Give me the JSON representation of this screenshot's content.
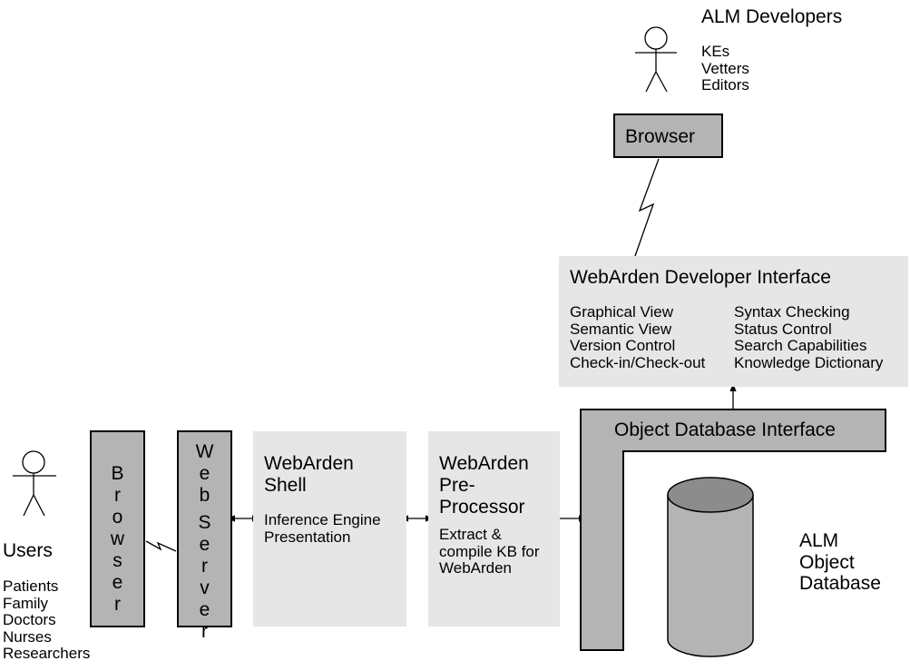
{
  "developers": {
    "title": "ALM Developers",
    "roles": [
      "KEs",
      "Vetters",
      "Editors"
    ]
  },
  "dev_browser": {
    "label": "Browser"
  },
  "developer_interface": {
    "title": "WebArden Developer Interface",
    "features_left": [
      "Graphical View",
      "Semantic View",
      "Version Control",
      "Check-in/Check-out"
    ],
    "features_right": [
      "Syntax Checking",
      "Status Control",
      "Search Capabilities",
      "Knowledge Dictionary"
    ]
  },
  "object_db_interface": {
    "label": "Object Database Interface"
  },
  "database": {
    "label_lines": [
      "ALM",
      "Object",
      "Database"
    ]
  },
  "users": {
    "title": "Users",
    "roles": [
      "Patients",
      "Family",
      "Doctors",
      "Nurses",
      "Researchers"
    ]
  },
  "user_browser": {
    "letters": [
      "B",
      "r",
      "o",
      "w",
      "s",
      "e",
      "r"
    ]
  },
  "web_server": {
    "col1": [
      "W",
      "e",
      "b"
    ],
    "col2": [
      "S",
      "e",
      "r",
      "v",
      "e",
      "r"
    ]
  },
  "shell": {
    "title_lines": [
      "WebArden",
      "Shell"
    ],
    "items": [
      "Inference Engine",
      "Presentation"
    ]
  },
  "preprocessor": {
    "title_lines": [
      "WebArden",
      "Pre-",
      "Processor"
    ],
    "items": [
      "Extract &",
      "compile KB for",
      "WebArden"
    ]
  }
}
